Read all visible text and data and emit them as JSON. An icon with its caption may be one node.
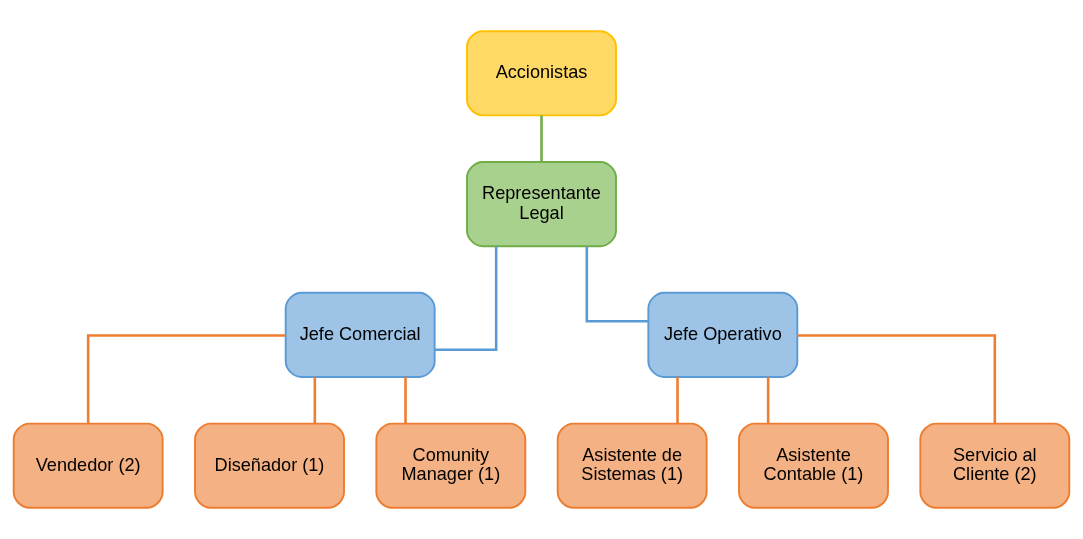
{
  "diagram": {
    "nodes": [
      {
        "text": [
          "Accionistas"
        ]
      },
      {
        "text": [
          "Representante Legal"
        ]
      },
      {
        "text": [
          "Jefe Comercial"
        ]
      },
      {
        "text": [
          "Jefe Operativo"
        ]
      },
      {
        "text": [
          "Vendedor (2)"
        ]
      },
      {
        "text": [
          "Diseñador (1)"
        ]
      },
      {
        "text": [
          "Comunity Manager (1)"
        ]
      },
      {
        "text": [
          "Asistente de Sistemas (1)"
        ]
      },
      {
        "text": [
          "Asistente Contable (1)"
        ]
      },
      {
        "text": [
          "Servicio al Cliente (2)"
        ]
      }
    ],
    "edges": [
      {
        "from": 0,
        "to": 1,
        "arrow": "none",
        "color": "#70ad47"
      },
      {
        "from": 1,
        "to": 2,
        "arrow": "none",
        "color": "#5b9bd5"
      },
      {
        "from": 1,
        "to": 3,
        "arrow": "none",
        "color": "#5b9bd5"
      },
      {
        "from": 2,
        "to": 4,
        "arrow": "none"
      },
      {
        "from": 2,
        "to": 5,
        "arrow": "none"
      },
      {
        "from": 2,
        "to": 6,
        "arrow": "none"
      },
      {
        "from": 3,
        "to": 7,
        "arrow": "none"
      },
      {
        "from": 3,
        "to": 8,
        "arrow": "none"
      },
      {
        "from": 3,
        "to": 9,
        "arrow": "none"
      }
    ]
  }
}
